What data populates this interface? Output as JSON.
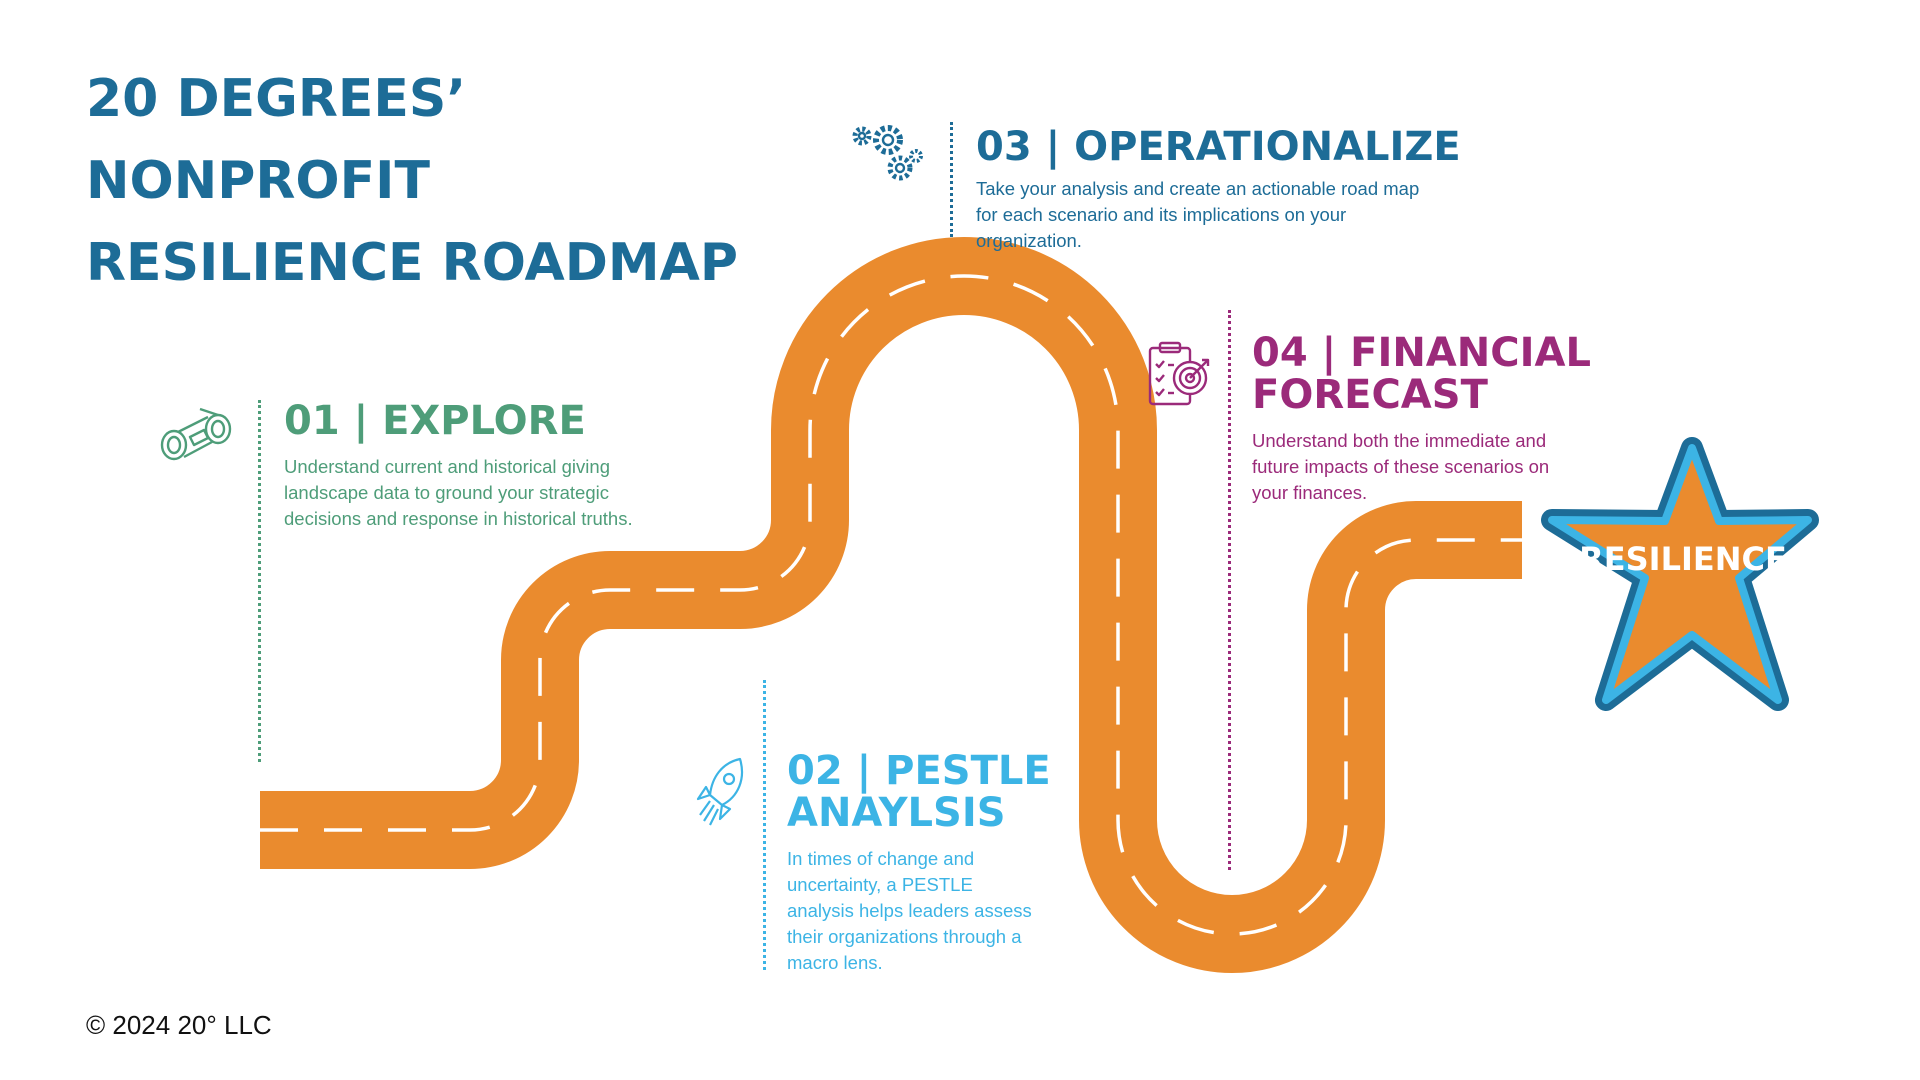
{
  "title": {
    "lines": [
      "20 DEGREES’",
      "NONPROFIT",
      "RESILIENCE ROADMAP"
    ]
  },
  "colors": {
    "title": "#1d6c97",
    "road": "#ea8b2e",
    "road_marking": "#ffffff",
    "explore": "#4e9d79",
    "pestle": "#3cb4e5",
    "operationalize": "#1d6c97",
    "forecast": "#9b2a7a",
    "star_fill": "#ea8b2e",
    "star_outer": "#1d6c97",
    "star_inner": "#3cb4e5"
  },
  "steps": {
    "explore": {
      "heading": [
        "01 | EXPLORE"
      ],
      "body": [
        "Understand current and historical  giving",
        "landscape data to ground your strategic",
        "decisions and response in historical truths."
      ],
      "icon": "binoculars-icon"
    },
    "pestle": {
      "heading": [
        "02 | PESTLE",
        "ANAYLSIS"
      ],
      "body": [
        "In times of change and",
        "uncertainty, a PESTLE",
        "analysis helps leaders assess",
        "their organizations through a",
        "macro lens."
      ],
      "icon": "rocket-icon"
    },
    "operationalize": {
      "heading": [
        "03 | OPERATIONALIZE"
      ],
      "body": [
        "Take your analysis and create an actionable road map",
        "for each scenario and its implications on your",
        "organization."
      ],
      "icon": "gears-icon"
    },
    "forecast": {
      "heading": [
        "04 | FINANCIAL",
        "FORECAST"
      ],
      "body": [
        "Understand both the immediate and",
        "future impacts of these scenarios on",
        "your finances."
      ],
      "icon": "clipboard-target-icon"
    }
  },
  "destination": {
    "label": "RESILIENCE",
    "icon": "star-icon"
  },
  "footer": {
    "copyright": "© 2024 20° LLC"
  }
}
